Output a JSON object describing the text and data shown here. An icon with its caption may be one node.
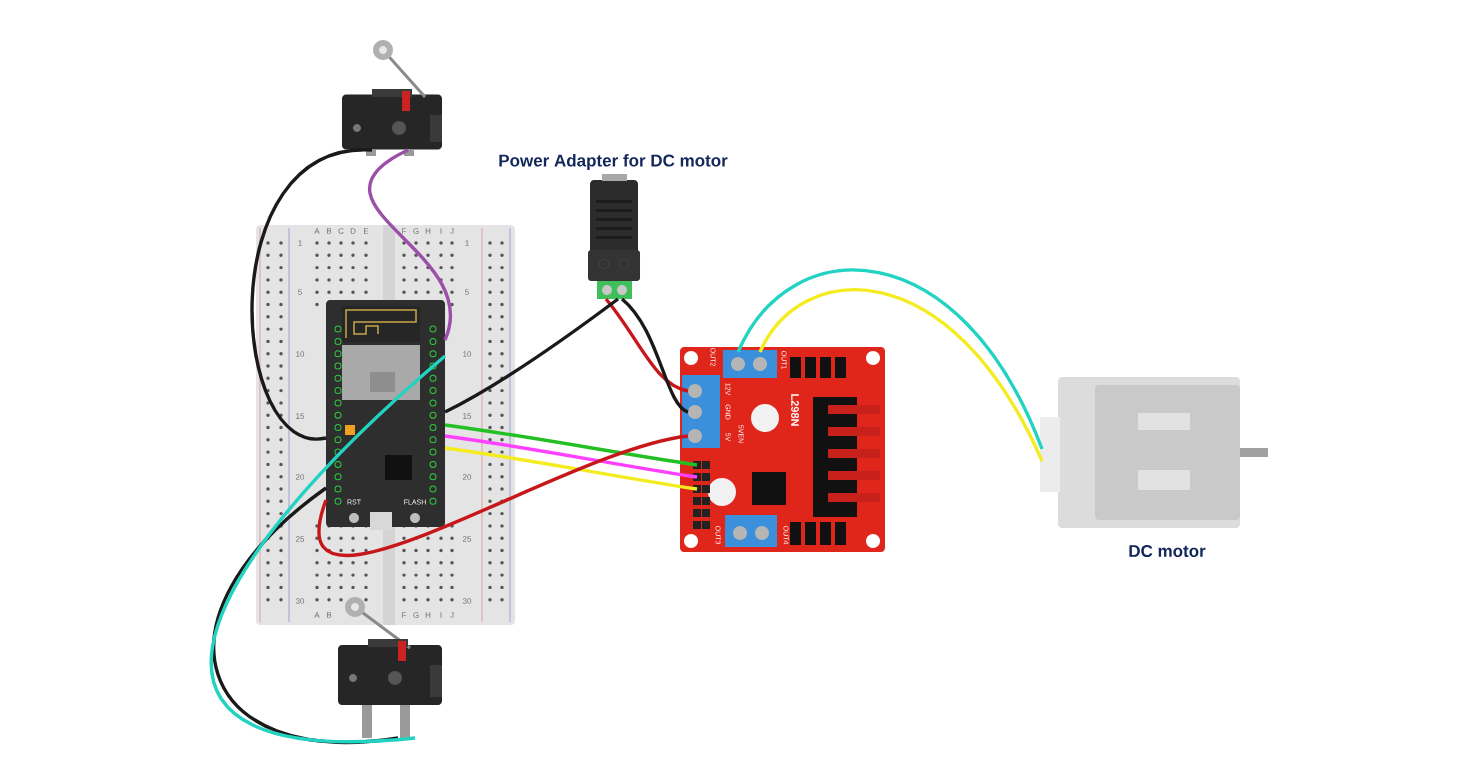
{
  "diagram": {
    "nodes": [
      {
        "text": [],
        "shape": "picture"
      },
      {
        "text": [
          "Power Adapter for DC motor"
        ]
      },
      {
        "text": [],
        "shape": "picture"
      },
      {
        "text": [],
        "shape": "picture",
        "in": 2
      },
      {
        "text": [
          "L298N"
        ]
      },
      {
        "text": [
          "DC motor"
        ]
      },
      {
        "text": [],
        "shape": "picture"
      }
    ],
    "edges": [
      {
        "from": 0,
        "to": 3,
        "arrow": "none",
        "color": "#1a1a1a"
      },
      {
        "from": 0,
        "to": 3,
        "arrow": "none",
        "color": "#9b4fa8"
      },
      {
        "from": 1,
        "to": 4,
        "arrow": "none",
        "color": "#c8171a"
      },
      {
        "from": 1,
        "to": 4,
        "arrow": "none",
        "color": "#1a1a1a"
      },
      {
        "from": 1,
        "to": 3,
        "arrow": "none",
        "color": "#1a1a1a"
      },
      {
        "from": 3,
        "to": 4,
        "arrow": "none",
        "color": "#22c022"
      },
      {
        "from": 3,
        "to": 4,
        "arrow": "none",
        "color": "#ff40ff"
      },
      {
        "from": 3,
        "to": 4,
        "arrow": "none",
        "color": "#f4ec20"
      },
      {
        "from": 4,
        "to": 3,
        "arrow": "none",
        "color": "#c8171a"
      },
      {
        "from": 4,
        "to": 5,
        "arrow": "none",
        "color": "#22d3c2"
      },
      {
        "from": 4,
        "to": 5,
        "arrow": "none",
        "color": "#f4ec20"
      },
      {
        "from": 6,
        "to": 3,
        "arrow": "none",
        "color": "#1a1a1a"
      },
      {
        "from": 6,
        "to": 3,
        "arrow": "none",
        "color": "#22d3c2"
      }
    ],
    "labels": [
      "A",
      "B",
      "C",
      "D",
      "E",
      "F",
      "G",
      "H",
      "I",
      "J",
      "1",
      "5",
      "10",
      "15",
      "20",
      "25",
      "30",
      "1",
      "5",
      "10",
      "15",
      "20",
      "25",
      "30",
      "A",
      "B",
      "F",
      "G",
      "H",
      "I",
      "J",
      "RST",
      "FLASH",
      "OUT2",
      "OUT1",
      "12V",
      "GND",
      "5V",
      "5VEN",
      "OUT3",
      "OUT4"
    ]
  }
}
